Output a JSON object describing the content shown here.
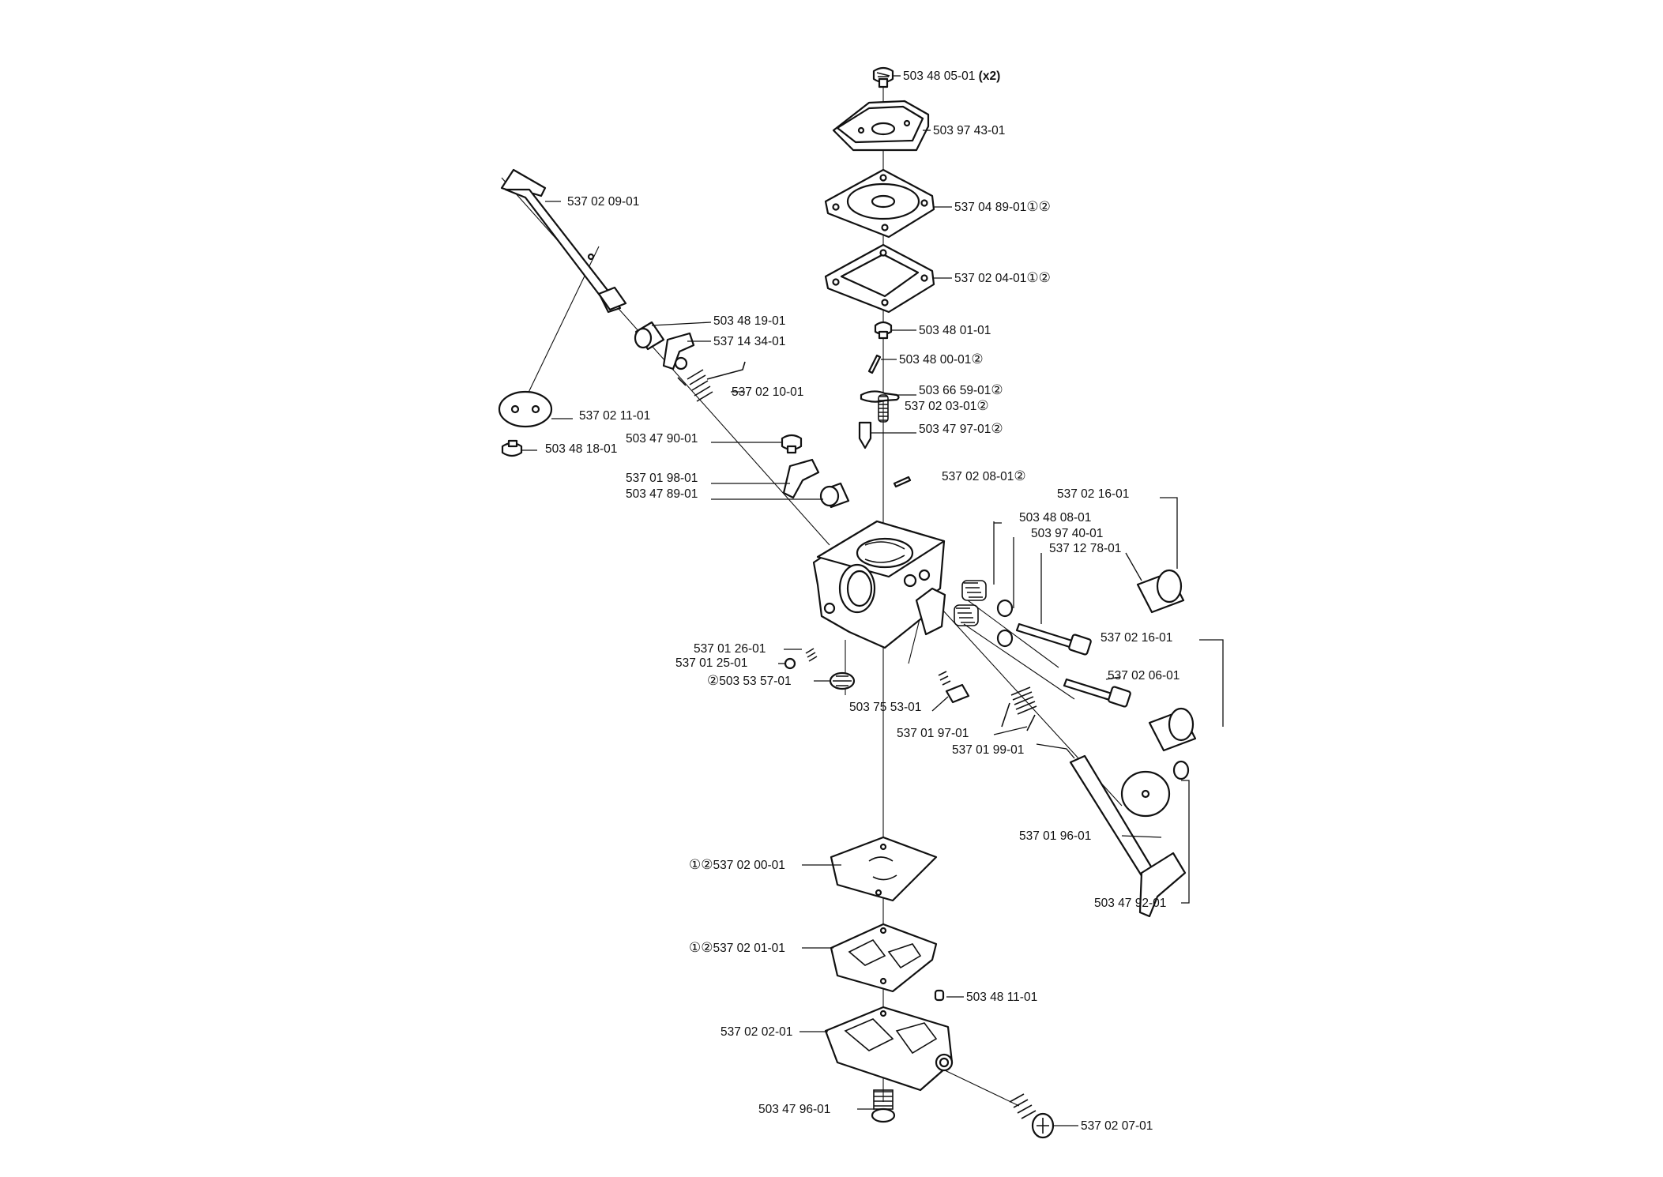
{
  "parts": [
    {
      "id": "p01",
      "number": "503 48 05-01",
      "suffix": "(x2)"
    },
    {
      "id": "p02",
      "number": "503 97 43-01"
    },
    {
      "id": "p03",
      "number": "537 04 89-01",
      "suffix": "①②"
    },
    {
      "id": "p04",
      "number": "537 02 04-01",
      "suffix": "①②"
    },
    {
      "id": "p05",
      "number": "503 48 01-01"
    },
    {
      "id": "p06",
      "number": "503 48 00-01",
      "suffix": "②"
    },
    {
      "id": "p07",
      "number": "503 66 59-01",
      "suffix": "②"
    },
    {
      "id": "p08",
      "number": "537 02 03-01",
      "suffix": "②"
    },
    {
      "id": "p09",
      "number": "503 47 97-01",
      "suffix": "②"
    },
    {
      "id": "p10",
      "number": "537 02 08-01",
      "suffix": "②"
    },
    {
      "id": "p11",
      "number": "537 02 09-01"
    },
    {
      "id": "p12",
      "number": "503 48 19-01"
    },
    {
      "id": "p13",
      "number": "537 14 34-01"
    },
    {
      "id": "p14",
      "number": "537 02 10-01"
    },
    {
      "id": "p15",
      "number": "537 02 11-01"
    },
    {
      "id": "p16",
      "number": "503 48 18-01"
    },
    {
      "id": "p17",
      "number": "503 47 90-01"
    },
    {
      "id": "p18",
      "number": "537 01 98-01"
    },
    {
      "id": "p19",
      "number": "503 47 89-01"
    },
    {
      "id": "p20",
      "number": "537 02 16-01"
    },
    {
      "id": "p21",
      "number": "503 48 08-01"
    },
    {
      "id": "p22",
      "number": "503 97 40-01"
    },
    {
      "id": "p23",
      "number": "537 12 78-01"
    },
    {
      "id": "p24",
      "number": "537 02 16-01"
    },
    {
      "id": "p25",
      "number": "537 02 06-01"
    },
    {
      "id": "p26",
      "number": "537 01 26-01"
    },
    {
      "id": "p27",
      "number": "537 01 25-01"
    },
    {
      "id": "p28",
      "number": "503 53 57-01",
      "prefix": "②"
    },
    {
      "id": "p29",
      "number": "503 75 53-01"
    },
    {
      "id": "p30",
      "number": "537 01 97-01"
    },
    {
      "id": "p31",
      "number": "537 01 99-01"
    },
    {
      "id": "p32",
      "number": "537 01 96-01"
    },
    {
      "id": "p33",
      "number": "503 47 92-01"
    },
    {
      "id": "p34",
      "number": "537 02 00-01",
      "prefix": "①②"
    },
    {
      "id": "p35",
      "number": "537 02 01-01",
      "prefix": "①②"
    },
    {
      "id": "p36",
      "number": "503 48 11-01"
    },
    {
      "id": "p37",
      "number": "537 02 02-01"
    },
    {
      "id": "p38",
      "number": "503 47 96-01"
    },
    {
      "id": "p39",
      "number": "537 02 07-01"
    }
  ]
}
